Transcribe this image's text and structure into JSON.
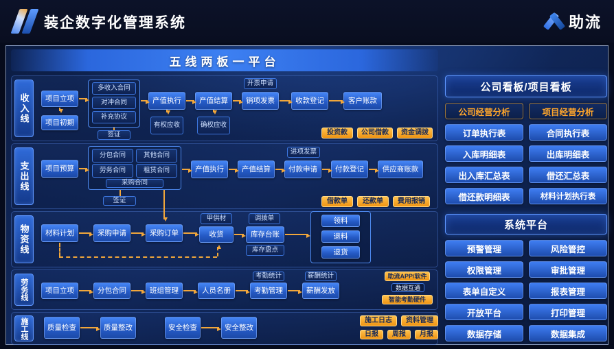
{
  "header": {
    "title": "装企数字化管理系统",
    "brand": "助流"
  },
  "banner": {
    "title": "五线两板一平台"
  },
  "lanes": {
    "labels": [
      "收入线",
      "支出线",
      "物资线",
      "劳务线",
      "施工线"
    ]
  },
  "income": {
    "project_init": "项目立项",
    "project_early": "项目初期",
    "contracts": [
      "多收入合同",
      "对冲合同",
      "补充协议"
    ],
    "visa": "签证",
    "output_exec": "产值执行",
    "output_settle": "产值结算",
    "entitled_recv": "有权应收",
    "confirmed_recv": "确权应收",
    "invoice_apply": "开票申请",
    "sales_invoice": "销项发票",
    "receipt_reg": "收款登记",
    "customer_acct": "客户账款",
    "badges": [
      "投资款",
      "公司借款",
      "资金调拨"
    ]
  },
  "expense": {
    "budget": "项目预算",
    "contracts": [
      "分包合同",
      "其他合同",
      "劳务合同",
      "租赁合同"
    ],
    "purchase_contract": "采购合同",
    "visa": "签证",
    "output_exec": "产值执行",
    "output_settle": "产值结算",
    "input_invoice": "进项发票",
    "pay_apply": "付款申请",
    "pay_reg": "付款登记",
    "supplier_acct": "供应商账款",
    "badges": [
      "借款单",
      "还款单",
      "费用报销"
    ]
  },
  "material": {
    "plan": "材料计划",
    "purchase_req": "采购申请",
    "purchase_order": "采购订单",
    "owner_supplied": "甲供材",
    "receive": "收货",
    "transfer": "调拨单",
    "inventory_ledger": "库存台账",
    "stock_check": "库存盘点",
    "outs": [
      "领料",
      "退料",
      "退货"
    ]
  },
  "labor": {
    "project_init": "项目立项",
    "subcontract": "分包合同",
    "team_mgmt": "班组管理",
    "roster": "人员名册",
    "attend_stat": "考勤统计",
    "attend_mgmt": "考勤管理",
    "salary_stat": "薪酬统计",
    "salary_pay": "薪酬发放",
    "app": "助流APP/软件",
    "sync": "数据互通",
    "hardware": "智能考勤硬件"
  },
  "construction": {
    "quality_check": "质量检查",
    "quality_fix": "质量整改",
    "safety_check": "安全检查",
    "safety_fix": "安全整改",
    "log": "施工日志",
    "docs": "资料管理",
    "reports": [
      "日报",
      "周报",
      "月报"
    ]
  },
  "boards": {
    "title": "公司看板/项目看板",
    "accent": [
      "公司经营分析",
      "项目经营分析"
    ],
    "items": [
      "订单执行表",
      "合同执行表",
      "入库明细表",
      "出库明细表",
      "出入库汇总表",
      "借还汇总表",
      "借还款明细表",
      "材料计划执行表"
    ]
  },
  "platform": {
    "title": "系统平台",
    "items": [
      "预警管理",
      "风险管控",
      "权限管理",
      "审批管理",
      "表单自定义",
      "报表管理",
      "开放平台",
      "打印管理",
      "数据存储",
      "数据集成"
    ]
  },
  "colors": {
    "accent_orange": "#f2a73b",
    "primary_blue": "#2f6fe6",
    "background_navy": "#0c1d44"
  }
}
